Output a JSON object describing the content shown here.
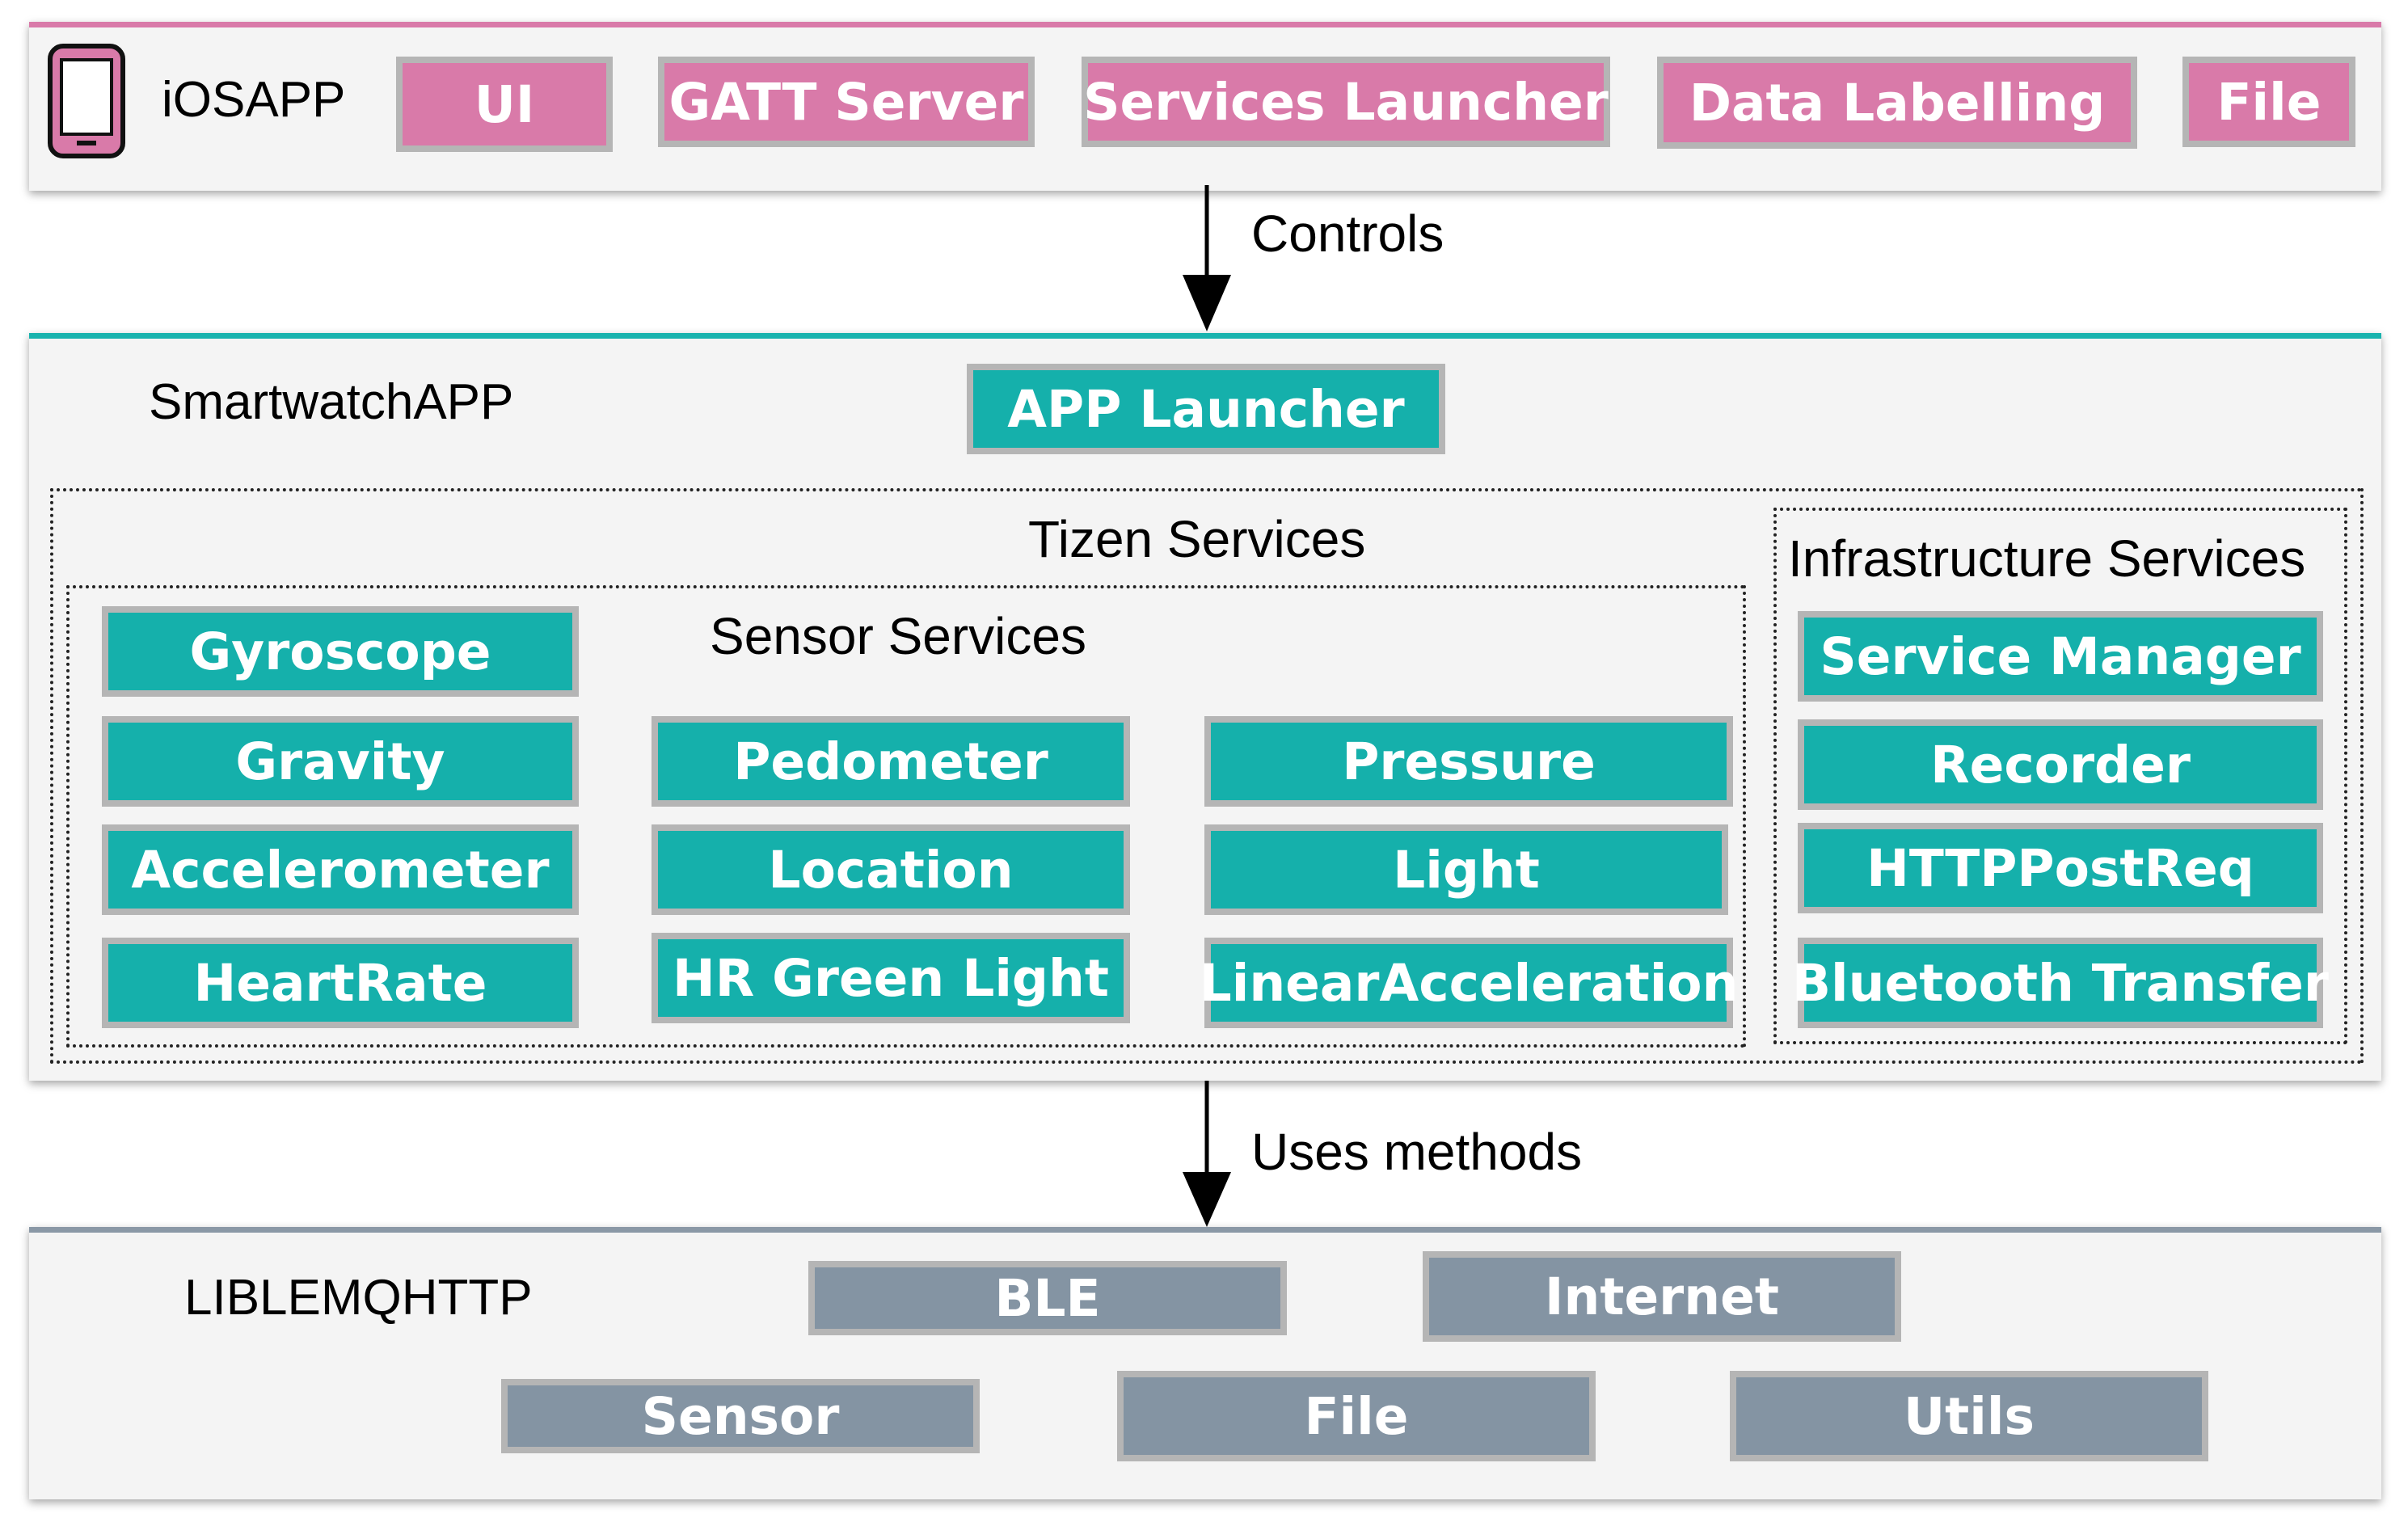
{
  "ios_app": {
    "title": "iOSAPP",
    "color": "#d97aa9",
    "icon": "phone-icon",
    "components": [
      "UI",
      "GATT Server",
      "Services Launcher",
      "Data Labelling",
      "File"
    ]
  },
  "arrows": {
    "controls_label": "Controls",
    "uses_methods_label": "Uses methods"
  },
  "smartwatch_app": {
    "title": "SmartwatchAPP",
    "color": "#15b0ab",
    "icon": "smartwatch-icon",
    "app_launcher": "APP Launcher",
    "tizen_services": {
      "title": "Tizen Services",
      "sensor_services": {
        "title": "Sensor Services",
        "column_1": [
          "Gyroscope",
          "Gravity",
          "Accelerometer",
          "HeartRate"
        ],
        "column_2": [
          "Pedometer",
          "Location",
          "HR Green Light"
        ],
        "column_3": [
          "Pressure",
          "Light",
          "LinearAcceleration"
        ]
      }
    },
    "infrastructure_services": {
      "title": "Infrastructure Services",
      "items": [
        "Service Manager",
        "Recorder",
        "HTTPPostReq",
        "Bluetooth Transfer"
      ]
    }
  },
  "library": {
    "title": "LIBLEMQHTTP",
    "color": "#8494a3",
    "icon": "grid-icon",
    "row_1": [
      "BLE",
      "Internet"
    ],
    "row_2": [
      "Sensor",
      "File",
      "Utils"
    ]
  }
}
